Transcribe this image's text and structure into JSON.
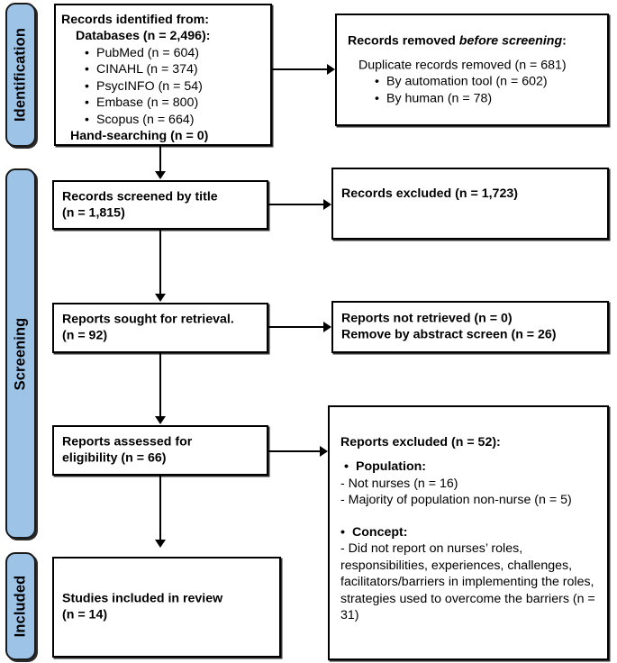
{
  "diagram": {
    "title": "PRISMA flow diagram",
    "accent_blue": "#9dc3e6",
    "line_color": "#000000",
    "background": "#ffffff"
  },
  "stages": [
    {
      "id": "identification",
      "label": "Identification"
    },
    {
      "id": "screening",
      "label": "Screening"
    },
    {
      "id": "included",
      "label": "Included"
    }
  ],
  "boxes": {
    "identified": {
      "heading": "Records identified from:",
      "databases_line": "Databases (n = 2,496):",
      "sources": [
        "PubMed (n = 604)",
        "CINAHL (n = 374)",
        "PsycINFO (n = 54)",
        "Embase (n = 800)",
        "Scopus (n = 664)"
      ],
      "hand_searching": "Hand-searching (n = 0)"
    },
    "removed_before_screening": {
      "heading_part1": "Records removed ",
      "heading_italic": "before screening",
      "heading_part2": ":",
      "duplicates": "Duplicate records removed (n = 681)",
      "methods": [
        "By automation tool (n = 602)",
        "By human (n = 78)"
      ]
    },
    "screened_by_title": {
      "line1": "Records screened by title",
      "line2": "(n = 1,815)"
    },
    "records_excluded": {
      "line1": "Records excluded (n = 1,723)"
    },
    "reports_sought": {
      "line1": "Reports sought for retrieval.",
      "line2": "(n = 92)"
    },
    "reports_not_retrieved": {
      "line1": "Reports not retrieved (n = 0)",
      "line2": "Remove by abstract screen (n = 26)"
    },
    "reports_assessed": {
      "line1": "Reports assessed for",
      "line2": "eligibility (n = 66)"
    },
    "reports_excluded": {
      "heading": "Reports excluded (n = 52):",
      "population_heading": "Population:",
      "population_items": [
        "- Not nurses (n = 16)",
        "- Majority of population non-nurse (n = 5)"
      ],
      "concept_heading": "Concept:",
      "concept_text": "- Did not report on nurses’ roles, responsibilities, experiences, challenges, facilitators/barriers in implementing the roles, strategies used to overcome the barriers (n = 31)"
    },
    "studies_included": {
      "line1": "Studies included in review",
      "line2": "(n = 14)"
    }
  },
  "connectors": [
    {
      "id": "identified-to-removed",
      "kind": "horizontal-arrow"
    },
    {
      "id": "identified-to-screened",
      "kind": "vertical-arrow"
    },
    {
      "id": "screened-to-excluded",
      "kind": "horizontal-arrow"
    },
    {
      "id": "screened-to-sought",
      "kind": "vertical-arrow"
    },
    {
      "id": "sought-to-not-retrieved",
      "kind": "horizontal-arrow"
    },
    {
      "id": "sought-to-assessed",
      "kind": "vertical-arrow"
    },
    {
      "id": "assessed-to-excluded",
      "kind": "horizontal-arrow"
    },
    {
      "id": "assessed-to-included",
      "kind": "vertical-arrow"
    }
  ]
}
